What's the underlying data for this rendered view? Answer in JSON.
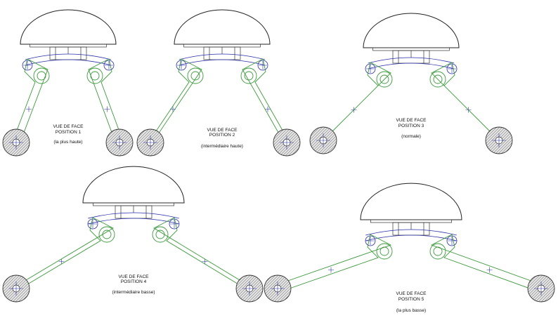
{
  "views": [
    {
      "title": "VUE DE FACE",
      "position": "POSITION 1",
      "note": "(la plus haute)",
      "level": 1
    },
    {
      "title": "VUE DE FACE",
      "position": "POSITION 2",
      "note": "(intermédiaire haute)",
      "level": 2
    },
    {
      "title": "VUE DE FACE",
      "position": "POSITION 3",
      "note": "(normale)",
      "level": 3
    },
    {
      "title": "VUE DE FACE",
      "position": "POSITION 4",
      "note": "(intermédiaire basse)",
      "level": 4
    },
    {
      "title": "VUE DE FACE",
      "position": "POSITION 5",
      "note": "(la plus basse)",
      "level": 5
    }
  ],
  "colors": {
    "chassis": "#2a2fa8",
    "leg": "#3a9a3a",
    "outline": "#222222"
  }
}
